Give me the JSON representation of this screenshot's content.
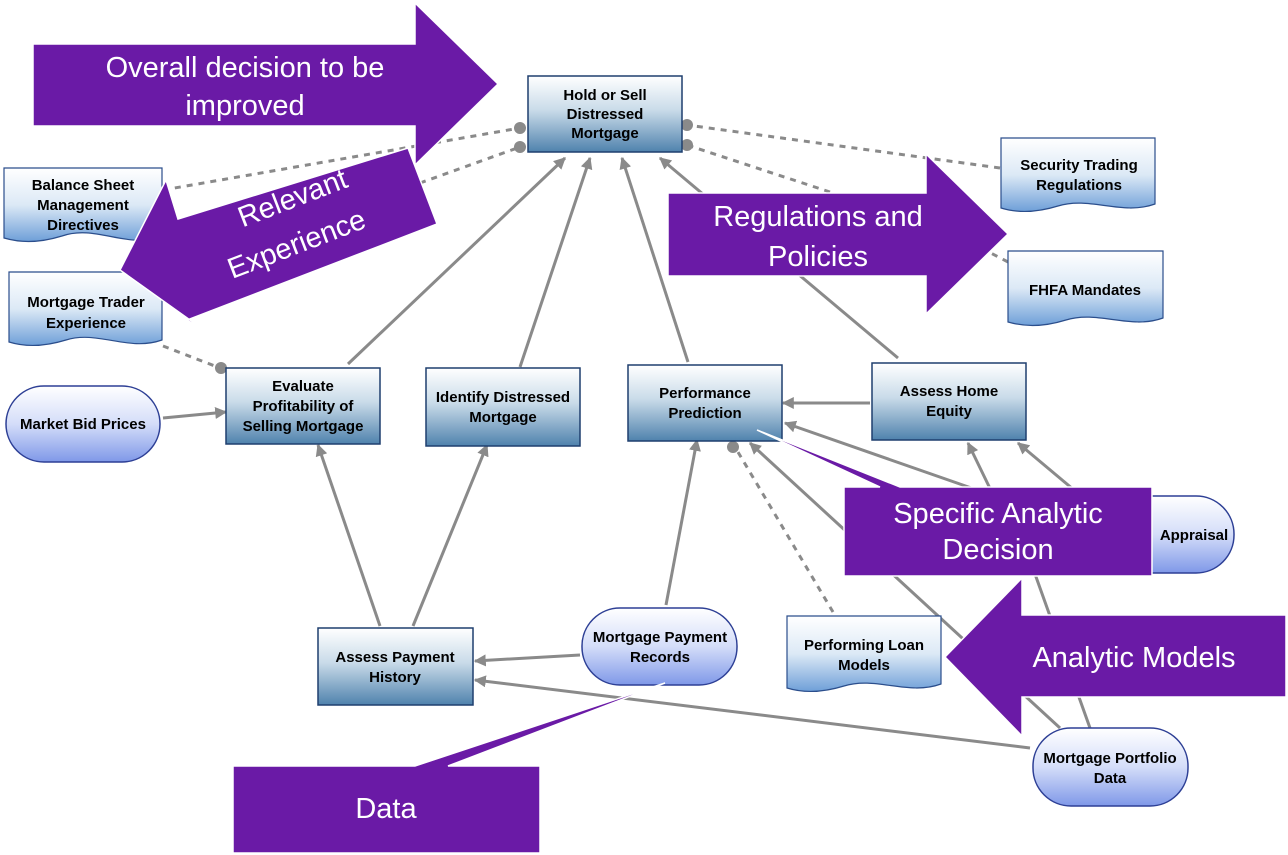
{
  "diagram": {
    "nodes": {
      "hold_sell": [
        "Hold or Sell",
        "Distressed",
        "Mortgage"
      ],
      "balance_sheet": [
        "Balance Sheet",
        "Management",
        "Directives"
      ],
      "security_trading": [
        "Security Trading",
        "Regulations"
      ],
      "fhfa": [
        "FHFA Mandates"
      ],
      "trader_experience": [
        "Mortgage Trader",
        "Experience"
      ],
      "market_bid": [
        "Market Bid Prices"
      ],
      "evaluate_profitability": [
        "Evaluate",
        "Profitability of",
        "Selling Mortgage"
      ],
      "identify_distressed": [
        "Identify Distressed",
        "Mortgage"
      ],
      "performance_prediction": [
        "Performance",
        "Prediction"
      ],
      "assess_equity": [
        "Assess Home",
        "Equity"
      ],
      "appraisal": [
        "Appraisal"
      ],
      "assess_payment": [
        "Assess Payment",
        "History"
      ],
      "payment_records": [
        "Mortgage Payment",
        "Records"
      ],
      "loan_models": [
        "Performing Loan",
        "Models"
      ],
      "portfolio_data": [
        "Mortgage Portfolio",
        "Data"
      ]
    },
    "callouts": {
      "overall_decision": [
        "Overall decision to be",
        "improved"
      ],
      "relevant_experience": [
        "Relevant",
        "Experience"
      ],
      "regulations": [
        "Regulations and",
        "Policies"
      ],
      "specific_decision": [
        "Specific Analytic",
        "Decision"
      ],
      "analytic_models": [
        "Analytic Models"
      ],
      "data": [
        "Data"
      ]
    },
    "colors": {
      "callout_purple": "#6a1aa6",
      "connector_gray": "#8a8a8a",
      "decision_gradient_top": "#ffffff",
      "decision_gradient_bottom": "#4f82ad",
      "input_gradient_bottom": "#7f98e8"
    }
  }
}
